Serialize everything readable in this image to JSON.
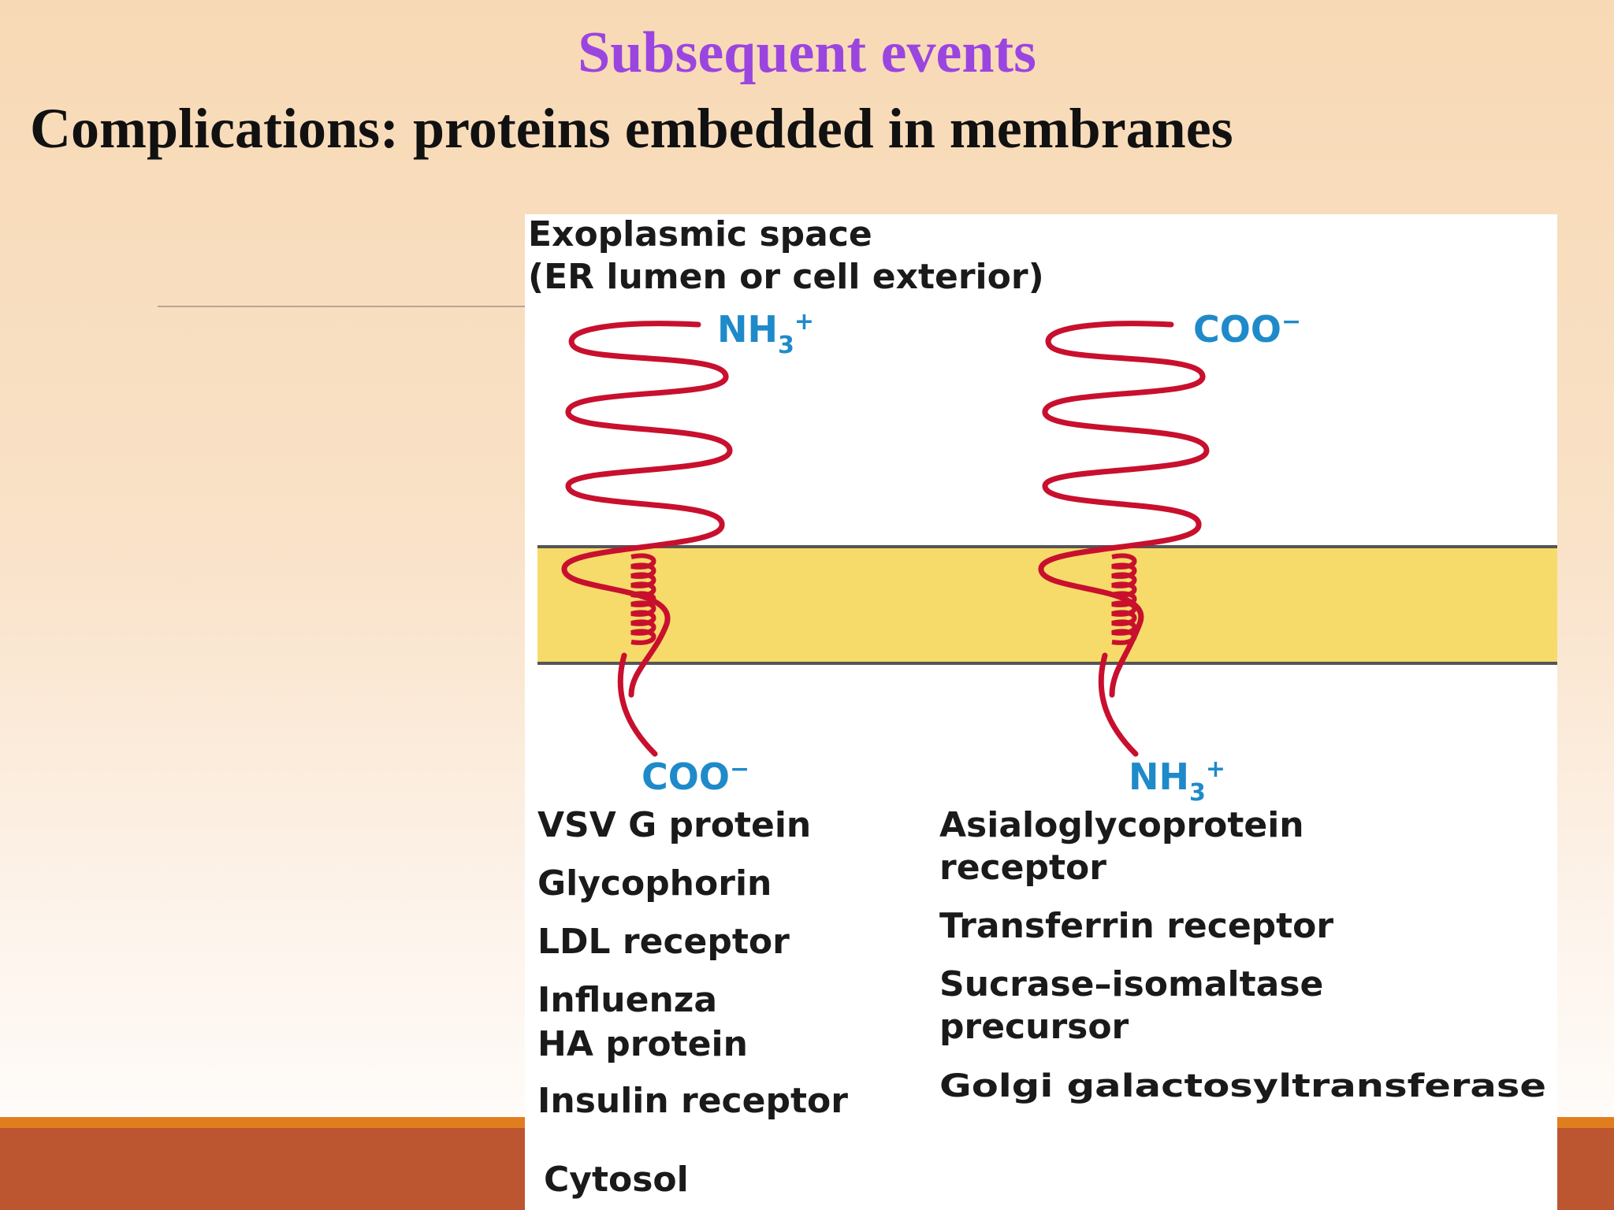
{
  "slide": {
    "title": "Subsequent events",
    "subtitle": "Complications: proteins embedded in membranes"
  },
  "figure": {
    "exoplasmic_line1": "Exoplasmic space",
    "exoplasmic_line2": "(ER lumen or cell exterior)",
    "cytosol": "Cytosol",
    "left_protein": {
      "top_terminus": "NH",
      "top_sub": "3",
      "top_sup": "+",
      "bottom_terminus": "COO",
      "bottom_sup": "−",
      "examples": [
        "VSV G protein",
        "Glycophorin",
        "LDL receptor",
        "Influenza",
        "HA protein",
        "Insulin receptor"
      ]
    },
    "right_protein": {
      "top_terminus": "COO",
      "top_sup": "−",
      "bottom_terminus": "NH",
      "bottom_sub": "3",
      "bottom_sup": "+",
      "examples": [
        "Asialoglycoprotein",
        "receptor",
        "Transferrin receptor",
        "Sucrase–isomaltase",
        "precursor",
        "Golgi galactosyltransferase"
      ]
    },
    "colors": {
      "membrane": "#f7db6a",
      "protein": "#c8102e",
      "terminus_label": "#1f8ac9"
    }
  }
}
